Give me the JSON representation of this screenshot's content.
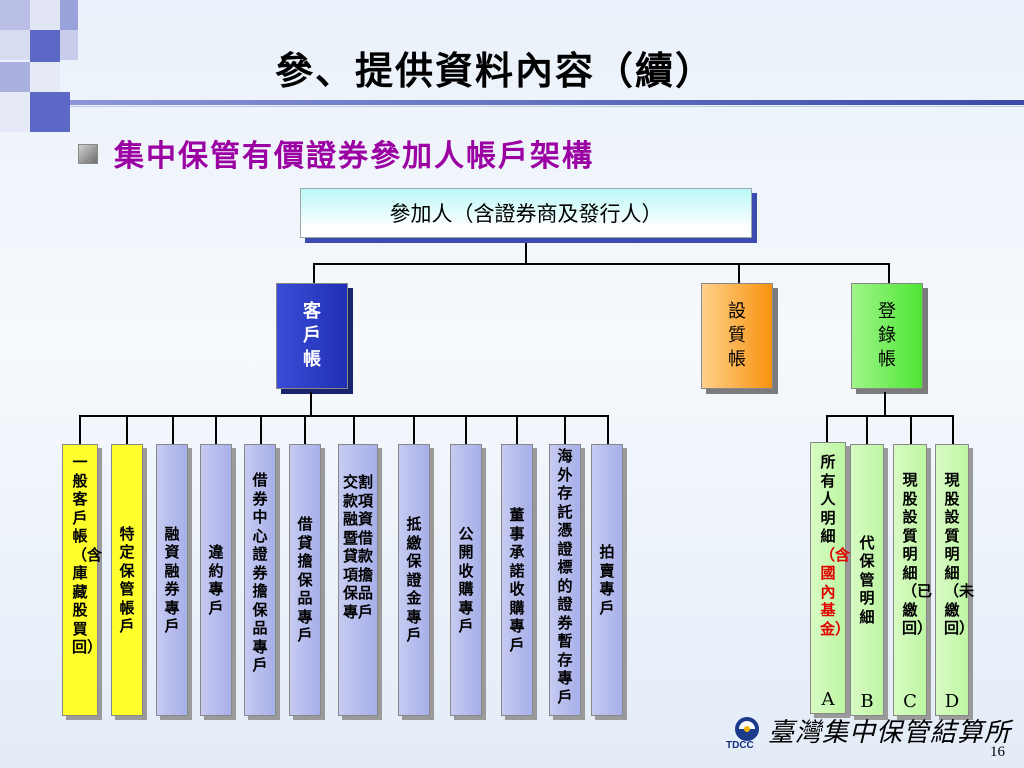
{
  "title": "參、提供資料內容（續）",
  "subtitle": "集中保管有價證券參加人帳戶架構",
  "root": "參加人（含證券商及發行人）",
  "level2": {
    "customer": "客戶帳",
    "pledge": "設質帳",
    "register": "登錄帳"
  },
  "customer_accounts": [
    "一般客戶帳（含庫藏股買回）",
    "特定保管帳戶",
    "融資融券專戶",
    "違約專戶",
    "借券中心證券擔保品專戶",
    "借貸擔保品專戶",
    "交割款項融資暨借貸款項擔保品專戶",
    "抵繳保證金專戶",
    "公開收購專戶",
    "董事承諾收購專戶",
    "海外存託憑證標的證券暫存專戶",
    "拍賣專戶"
  ],
  "register_accounts": {
    "a_text_main": "所有人明細",
    "a_text_red": "（含國內基金）",
    "a_letter": "A",
    "b_text": "代保管明細",
    "b_letter": "B",
    "c_text": "現股設質明細（已繳回）",
    "c_letter": "C",
    "d_text": "現股設質明細（未繳回）",
    "d_letter": "D"
  },
  "colors": {
    "title_line": "#3a4aa8",
    "subtitle": "#9b00a3",
    "customer_box": "#2a3cc2",
    "pledge_box": "#f7920f",
    "register_box": "#4ee634",
    "red_text": "#e00000"
  },
  "footer": {
    "logo_icon": "tdcc-logo-icon",
    "abbr": "TDCC",
    "org_name": "臺灣集中保管結算所",
    "page_number": "16"
  }
}
